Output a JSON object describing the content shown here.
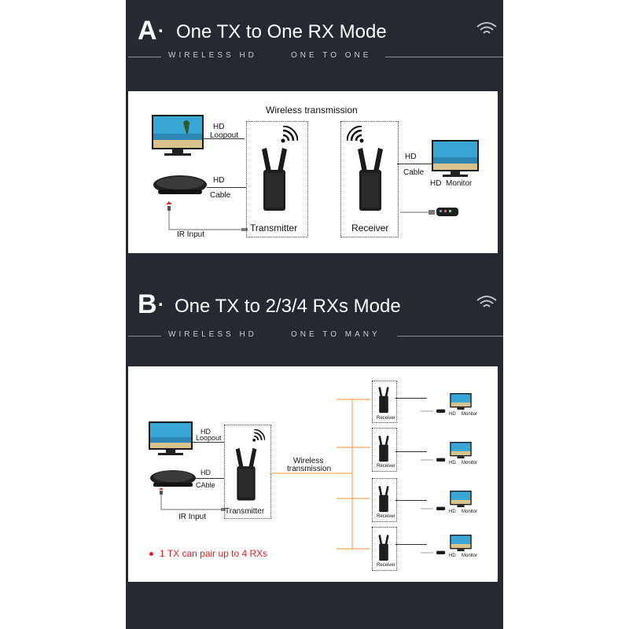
{
  "section_a": {
    "letter": "A",
    "dot": ".",
    "title": "One TX to One RX Mode",
    "sub_left": "WIRELESS HD",
    "sub_right": "ONE TO ONE",
    "diagram": {
      "wireless_label": "Wireless transmission",
      "hd_loopout_1": "HD",
      "hd_loopout_2": "Loopout",
      "hd_cable_1": "HD",
      "hd_cable_2": "Cable",
      "ir_input": "IR Input",
      "transmitter": "Transmitter",
      "receiver": "Receiver",
      "rx_cable_1": "HD",
      "rx_cable_2": "Cable",
      "monitor_1": "HD",
      "monitor_2": "Monitor"
    }
  },
  "section_b": {
    "letter": "B",
    "dot": ".",
    "title": "One TX to 2/3/4 RXs Mode",
    "sub_left": "WIRELESS HD",
    "sub_right": "ONE TO MANY",
    "diagram": {
      "hd_loopout_1": "HD",
      "hd_loopout_2": "Loopout",
      "hd_cable_1": "HD",
      "hd_cable_2": "CAble",
      "ir_input": "IR Input",
      "transmitter": "Transmitter",
      "wireless_1": "Wireless",
      "wireless_2": "transmission",
      "receiver": "Receiver",
      "monitor_1": "HD",
      "monitor_2": "Monitor",
      "note": "1 TX can pair up to 4 RXs"
    }
  },
  "colors": {
    "background": "#262a30",
    "panel": "#ffffff",
    "accent_orange": "#f2a65a",
    "note_red": "#e02020",
    "device": "#1a1a1a"
  },
  "icons": [
    "wifi-icon",
    "tv-icon",
    "set-top-box-icon",
    "antenna-device-icon",
    "remote-icon",
    "ir-sensor-icon"
  ]
}
